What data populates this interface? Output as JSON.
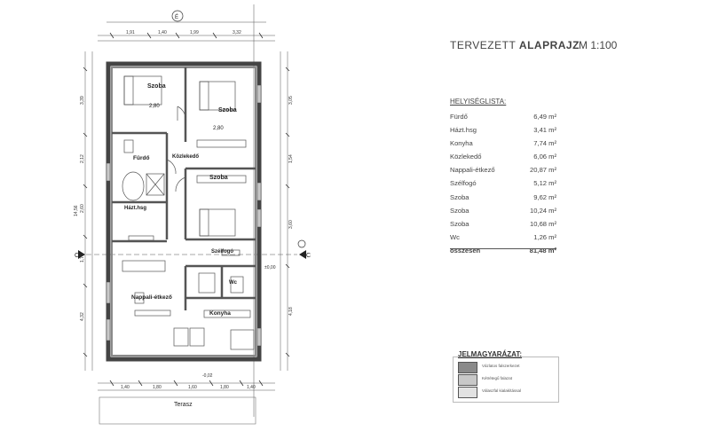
{
  "header": {
    "title_prefix": "TERVEZETT ",
    "title_bold": "ALAPRAJZ",
    "scale": "M 1:100"
  },
  "room_list": {
    "heading": "HELYISÉGLISTA:",
    "rows": [
      {
        "name": "Fürdő",
        "area": "6,49 m²"
      },
      {
        "name": "Házt.hsg",
        "area": "3,41 m²"
      },
      {
        "name": "Konyha",
        "area": "7,74 m²"
      },
      {
        "name": "Közlekedő",
        "area": "6,06 m²"
      },
      {
        "name": "Nappali-étkező",
        "area": "20,87 m²"
      },
      {
        "name": "Szélfogó",
        "area": "5,12 m²"
      },
      {
        "name": "Szoba",
        "area": "9,62 m²"
      },
      {
        "name": "Szoba",
        "area": "10,24 m²"
      },
      {
        "name": "Szoba",
        "area": "10,68 m²"
      },
      {
        "name": "Wc",
        "area": "1,26 m²"
      }
    ],
    "total": {
      "name": "összesen",
      "area": "81,48 m²"
    }
  },
  "legend": {
    "heading": "JELMAGYARÁZAT:",
    "items": [
      {
        "label": "Vázlatos falszerkezet",
        "color": "#8a8a8a"
      },
      {
        "label": "Kétrétegű falazat",
        "color": "#c8c8c8"
      },
      {
        "label": "Válaszfal kialakítással",
        "color": "#e2e2e2"
      }
    ]
  },
  "plan": {
    "room_labels": {
      "szoba1": "Szoba",
      "szoba2": "Szoba",
      "szoba3": "Szoba",
      "furdo": "Fürdő",
      "kozlekedo": "Közlekedő",
      "haztsg": "Házt.hsg",
      "szelfogo": "Szélfogó",
      "wc": "Wc",
      "nappali": "Nappali-étkező",
      "konyha": "Konyha",
      "terasz": "Terasz"
    },
    "section_mark": "C",
    "north_mark": "É",
    "dims_top": [
      "1,91",
      "1,40",
      "1,99",
      "3,32"
    ],
    "dims_bottom": [
      "1,40",
      "1,80",
      "1,60",
      "1,80",
      "1,40"
    ],
    "dims_left": [
      "3,39",
      "2,12",
      "2,60",
      "1,70",
      "4,32"
    ],
    "dims_right": [
      "3,05",
      "1,54",
      "3,60",
      "4,18"
    ],
    "total_height": "14,56",
    "level_marks": [
      "-0,02",
      "±0,00"
    ],
    "furniture_label": "2,80",
    "furniture_label2": "2,80"
  },
  "colors": {
    "wall_dark": "#8a8a8a",
    "wall_light": "#c8c8c8",
    "line": "#333333"
  }
}
